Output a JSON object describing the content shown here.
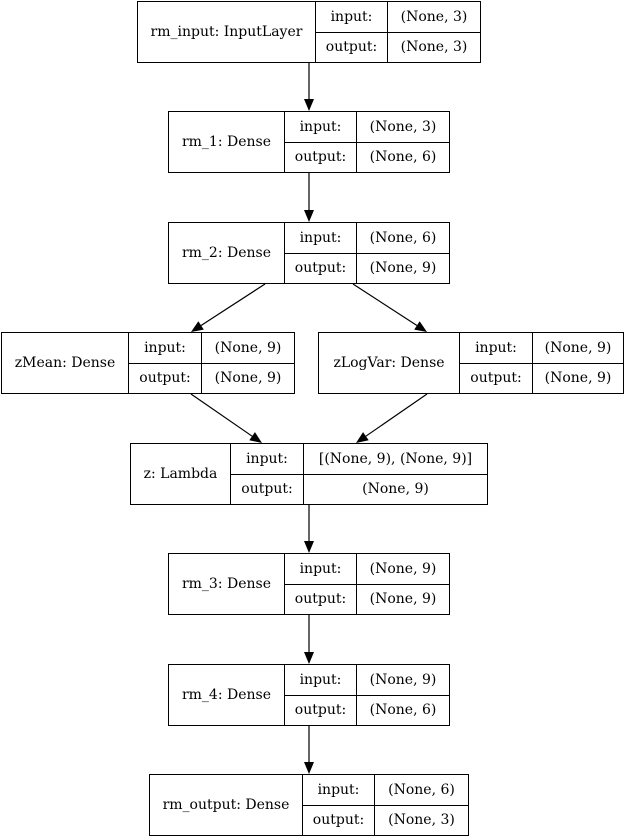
{
  "layers": [
    {
      "id": "rm_input",
      "name": "rm_input: InputLayer",
      "input_label": "input:",
      "input": "(None, 3)",
      "output_label": "output:",
      "output": "(None, 3)"
    },
    {
      "id": "rm_1",
      "name": "rm_1: Dense",
      "input_label": "input:",
      "input": "(None, 3)",
      "output_label": "output:",
      "output": "(None, 6)"
    },
    {
      "id": "rm_2",
      "name": "rm_2: Dense",
      "input_label": "input:",
      "input": "(None, 6)",
      "output_label": "output:",
      "output": "(None, 9)"
    },
    {
      "id": "zMean",
      "name": "zMean: Dense",
      "input_label": "input:",
      "input": "(None, 9)",
      "output_label": "output:",
      "output": "(None, 9)"
    },
    {
      "id": "zLogVar",
      "name": "zLogVar: Dense",
      "input_label": "input:",
      "input": "(None, 9)",
      "output_label": "output:",
      "output": "(None, 9)"
    },
    {
      "id": "z",
      "name": "z: Lambda",
      "input_label": "input:",
      "input": "[(None, 9), (None, 9)]",
      "output_label": "output:",
      "output": "(None, 9)"
    },
    {
      "id": "rm_3",
      "name": "rm_3: Dense",
      "input_label": "input:",
      "input": "(None, 9)",
      "output_label": "output:",
      "output": "(None, 9)"
    },
    {
      "id": "rm_4",
      "name": "rm_4: Dense",
      "input_label": "input:",
      "input": "(None, 9)",
      "output_label": "output:",
      "output": "(None, 6)"
    },
    {
      "id": "rm_output",
      "name": "rm_output: Dense",
      "input_label": "input:",
      "input": "(None, 6)",
      "output_label": "output:",
      "output": "(None, 3)"
    }
  ],
  "edges": [
    {
      "from": "rm_input",
      "to": "rm_1"
    },
    {
      "from": "rm_1",
      "to": "rm_2"
    },
    {
      "from": "rm_2",
      "to": "zMean"
    },
    {
      "from": "rm_2",
      "to": "zLogVar"
    },
    {
      "from": "zMean",
      "to": "z"
    },
    {
      "from": "zLogVar",
      "to": "z"
    },
    {
      "from": "z",
      "to": "rm_3"
    },
    {
      "from": "rm_3",
      "to": "rm_4"
    },
    {
      "from": "rm_4",
      "to": "rm_output"
    }
  ]
}
